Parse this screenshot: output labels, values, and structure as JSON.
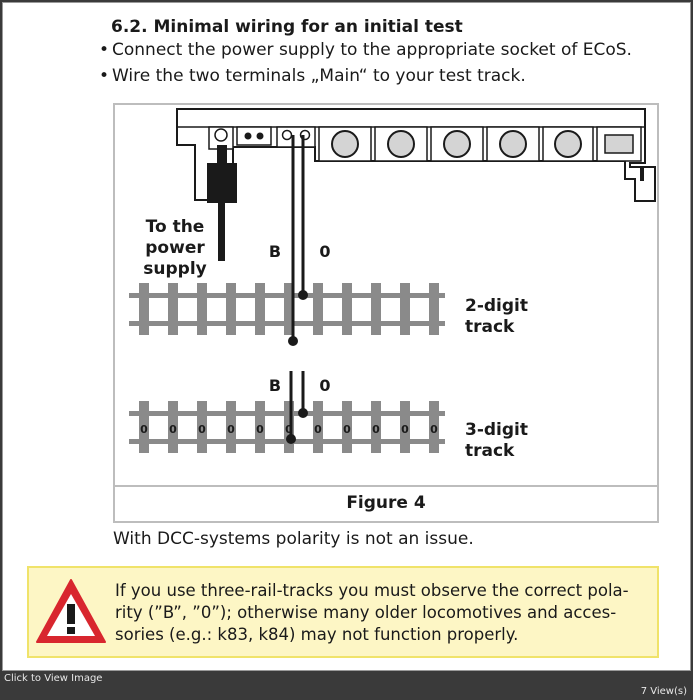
{
  "section": {
    "heading": "6.2. Minimal wiring for an initial test",
    "bullets": [
      "Connect the power supply to the appropriate socket of ECoS.",
      "Wire the two terminals „Main“ to your test track."
    ]
  },
  "figure": {
    "caption": "Figure 4",
    "power_label_lines": [
      "To the",
      "power",
      "supply"
    ],
    "terminal_b": "B",
    "terminal_0": "0",
    "track_2digit_lines": [
      "2-digit",
      "track"
    ],
    "track_3digit_lines": [
      "3-digit",
      "track"
    ],
    "stud_label": "0"
  },
  "note": "With DCC-systems polarity is not an issue.",
  "warning": {
    "icon": "warning-triangle-icon",
    "lines": [
      "If you use three-rail-tracks you must observe the correct pola-",
      "rity (”B”, ”0”); otherwise many older locomotives and acces-",
      "sories (e.g.: k83, k84) may not function properly."
    ]
  },
  "viewer": {
    "click_to_view": "Click to View Image",
    "views": "7 View(s)"
  },
  "colors": {
    "warning_bg": "#fdf6c5",
    "warning_border": "#f0e36a",
    "triangle_red": "#d8262e",
    "track_gray": "#8a8a8a"
  }
}
